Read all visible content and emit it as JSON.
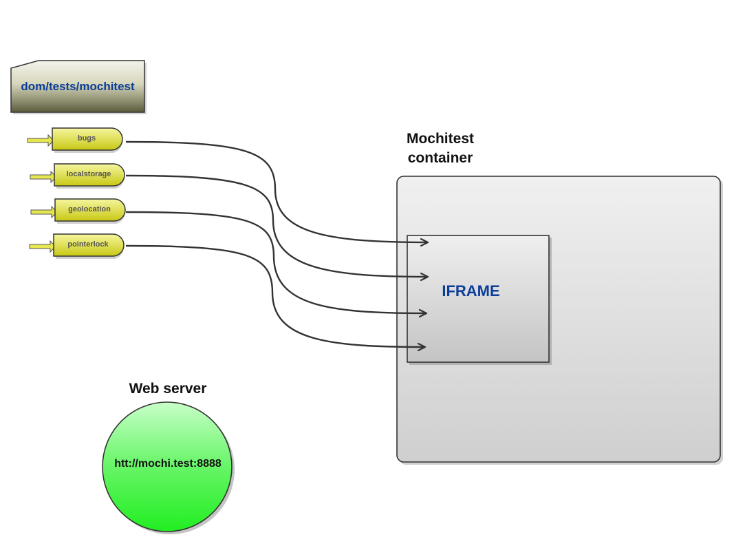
{
  "folder": {
    "label": "dom/tests/mochitest"
  },
  "tests": [
    {
      "label": "bugs"
    },
    {
      "label": "localstorage"
    },
    {
      "label": "geolocation"
    },
    {
      "label": "pointerlock"
    }
  ],
  "container": {
    "title_line1": "Mochitest",
    "title_line2": "container"
  },
  "iframe": {
    "label": "IFRAME"
  },
  "server": {
    "title": "Web server",
    "url": "htt://mochi.test:8888"
  },
  "colors": {
    "folder_top": "#f4f4ec",
    "folder_bottom": "#5c5c3c",
    "folder_text": "#0b3d99",
    "tab_top": "#f6f6a0",
    "tab_bottom": "#c8c814",
    "arrow_fill": "#e6e650",
    "container_top": "#f0f0f0",
    "container_bottom": "#cfcfcf",
    "server_top": "#c8ffc8",
    "server_bottom": "#22ee22",
    "connector": "#333333"
  }
}
